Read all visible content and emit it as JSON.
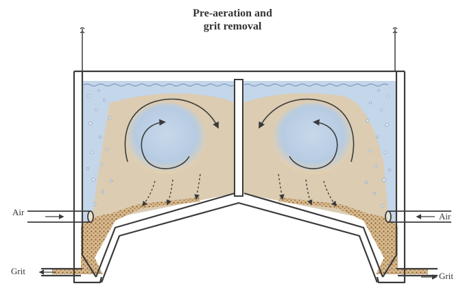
{
  "title": {
    "line1": "Pre-aeration and",
    "line2": "grit removal"
  },
  "labels": {
    "air_left": "Air",
    "air_right": "Air",
    "grit_left": "Grit",
    "grit_right": "Grit"
  },
  "colors": {
    "water_blue": "#b8cde3",
    "sediment_tan": "#e3c89f",
    "grit_brown": "#9a7a52",
    "tank_outline": "#3a3a3a"
  }
}
